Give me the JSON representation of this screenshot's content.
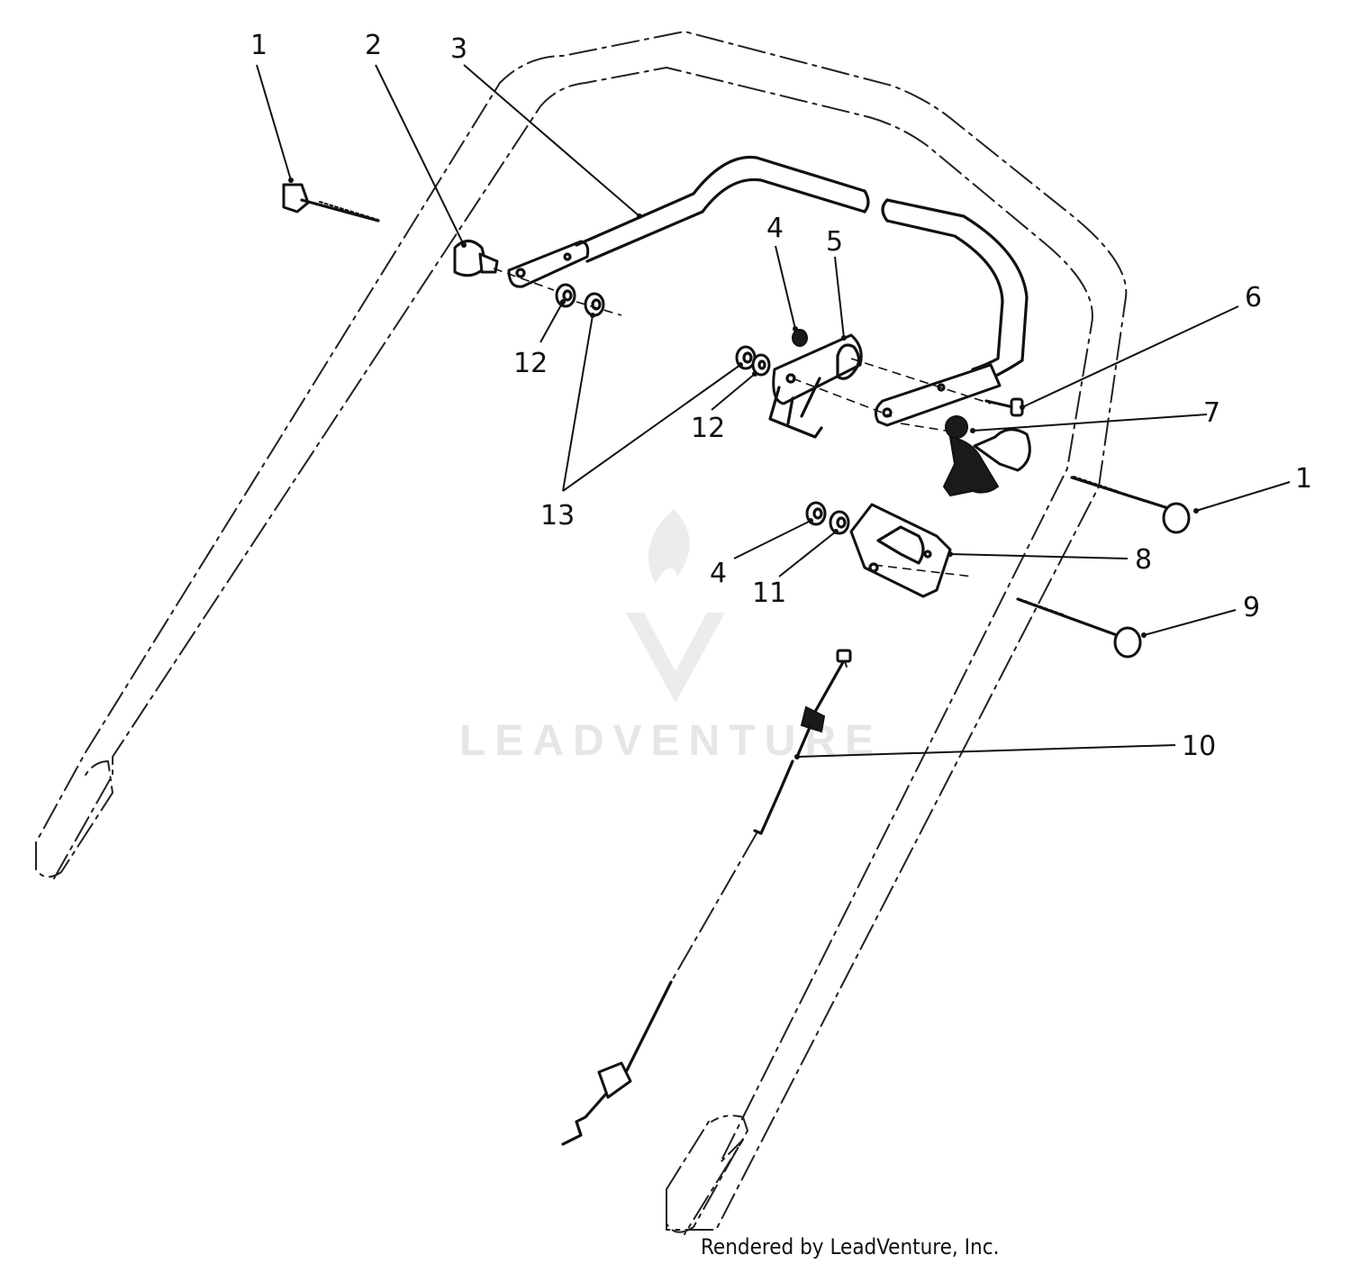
{
  "callouts": [
    {
      "id": "c1a",
      "text": "1"
    },
    {
      "id": "c2",
      "text": "2"
    },
    {
      "id": "c3",
      "text": "3"
    },
    {
      "id": "c4a",
      "text": "4"
    },
    {
      "id": "c5",
      "text": "5"
    },
    {
      "id": "c6",
      "text": "6"
    },
    {
      "id": "c7",
      "text": "7"
    },
    {
      "id": "c1b",
      "text": "1"
    },
    {
      "id": "c12a",
      "text": "12"
    },
    {
      "id": "c12b",
      "text": "12"
    },
    {
      "id": "c13",
      "text": "13"
    },
    {
      "id": "c4b",
      "text": "4"
    },
    {
      "id": "c11",
      "text": "11"
    },
    {
      "id": "c8",
      "text": "8"
    },
    {
      "id": "c9",
      "text": "9"
    },
    {
      "id": "c10",
      "text": "10"
    }
  ],
  "watermark": "LEADVENTURE",
  "credit": "Rendered by LeadVenture, Inc."
}
